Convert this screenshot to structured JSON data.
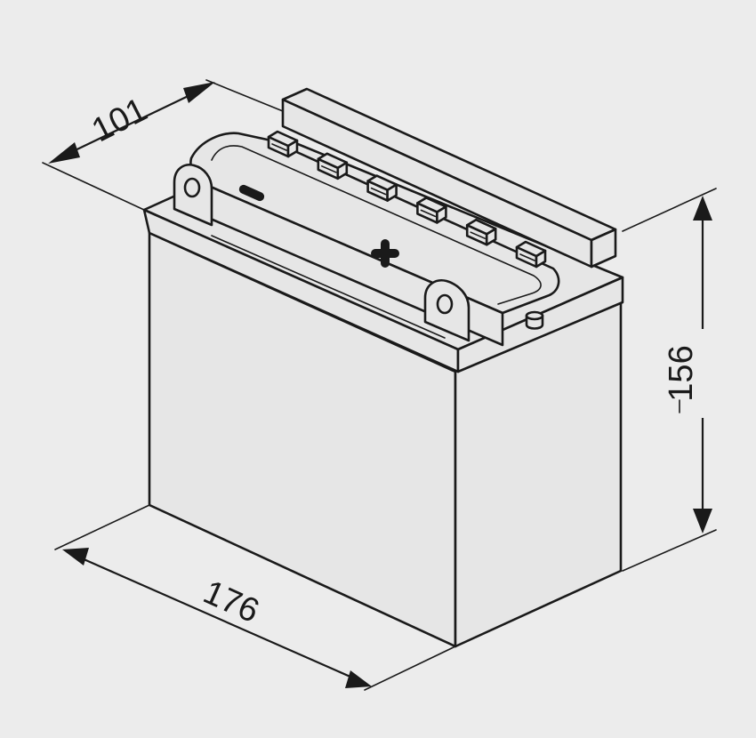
{
  "dimensions": {
    "depth": "101",
    "length": "176",
    "height": "156"
  },
  "terminals": {
    "negative_symbol": "minus",
    "positive_symbol": "plus"
  },
  "vent_caps": {
    "count": 6
  },
  "colors": {
    "background": "#ececec",
    "line": "#1a1a1a",
    "fill": "#e6e6e6"
  }
}
